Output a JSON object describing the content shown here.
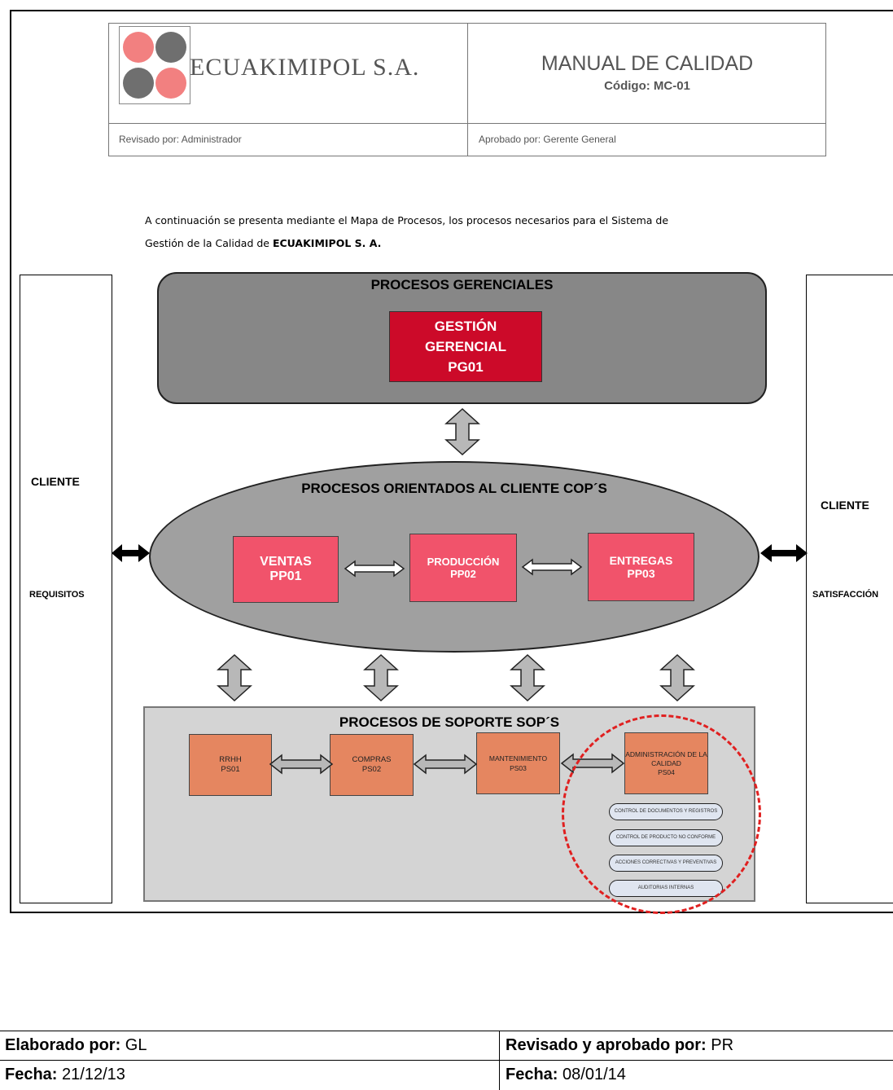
{
  "header": {
    "company": "ECUAKIMIPOL S.A.",
    "manual_title": "MANUAL DE CALIDAD",
    "manual_code": "Código: MC-01",
    "reviewed_by": "Revisado  por: Administrador",
    "approved_by": "Aprobado  por: Gerente  General",
    "logo_colors": [
      "#f28080",
      "#6f6f6f",
      "#6f6f6f",
      "#f28080"
    ]
  },
  "intro": {
    "line1": "A continuación se presenta mediante el Mapa de Procesos, los procesos necesarios para el Sistema de",
    "line2_prefix": "Gestión de la Calidad de ",
    "line2_bold": "ECUAKIMIPOL S. A."
  },
  "left": {
    "top": "CLIENTE",
    "bottom": "REQUISITOS"
  },
  "right": {
    "top": "CLIENTE",
    "bottom": "SATISFACCIÓN"
  },
  "management": {
    "title": "PROCESOS GERENCIALES",
    "box": [
      "GESTIÓN",
      "GERENCIAL",
      "PG01"
    ]
  },
  "operational": {
    "title": "PROCESOS ORIENTADOS AL CLIENTE COP´S",
    "boxes": [
      {
        "name": "VENTAS",
        "code": "PP01"
      },
      {
        "name": "PRODUCCIÓN",
        "code": "PP02"
      },
      {
        "name": "ENTREGAS",
        "code": "PP03"
      }
    ]
  },
  "support": {
    "title": "PROCESOS DE SOPORTE SOP´S",
    "boxes": [
      {
        "name": "RRHH",
        "code": "PS01"
      },
      {
        "name": "COMPRAS",
        "code": "PS02"
      },
      {
        "name": "MANTENIMIENTO",
        "code": "PS03"
      },
      {
        "name": "ADMINISTRACIÓN DE LA CALIDAD",
        "code": "PS04"
      }
    ],
    "sub_items": [
      "CONTROL DE DOCUMENTOS Y REGISTROS",
      "CONTROL DE PRODUCTO NO CONFORME",
      "ACCIONES CORRECTIVAS Y PREVENTIVAS",
      "AUDITORIAS INTERNAS"
    ]
  },
  "footer": {
    "made_by_label": "Elaborado por:",
    "made_by": " GL",
    "reviewed_label": "Revisado y aprobado por:",
    "reviewed": " PR",
    "date1_label": "Fecha:",
    "date1": " 21/12/13",
    "date2_label": "Fecha:",
    "date2": " 08/01/14"
  }
}
